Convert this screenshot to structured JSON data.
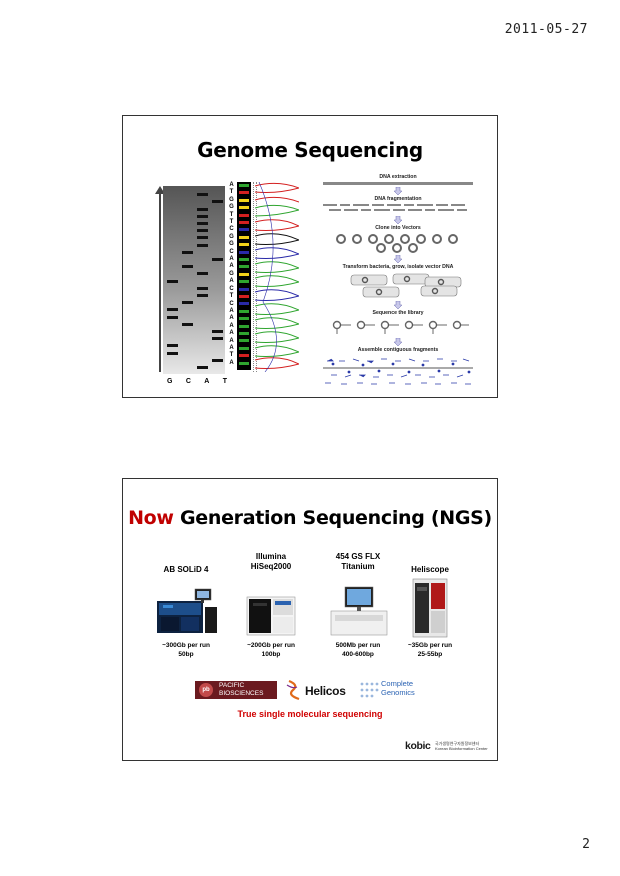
{
  "page": {
    "date": "2011-05-27",
    "number": "2"
  },
  "slide1": {
    "title": "Genome Sequencing",
    "gel_lanes": [
      "G",
      "C",
      "A",
      "T"
    ],
    "sequence": [
      "A",
      "T",
      "G",
      "G",
      "T",
      "T",
      "C",
      "G",
      "G",
      "C",
      "A",
      "A",
      "G",
      "A",
      "C",
      "T",
      "C",
      "A",
      "A",
      "A",
      "A",
      "A",
      "A",
      "T",
      "A"
    ],
    "workflow_steps": [
      "DNA extraction",
      "DNA fragmentation",
      "Clone into Vectors",
      "Transform bacteria, grow, isolate vector DNA",
      "Sequence the library",
      "Assemble contiguous fragments"
    ],
    "colors": {
      "A": "#2fa52f",
      "C": "#2a2aa8",
      "G": "#f2d21a",
      "T": "#d42020"
    }
  },
  "slide2": {
    "title_highlight": "Now",
    "title_rest": " Generation Sequencing (NGS)",
    "platforms": [
      {
        "name": "AB SOLiD 4",
        "spec_line1": "~300Gb per run",
        "spec_line2": "50bp"
      },
      {
        "name_line1": "Illumina",
        "name_line2": "HiSeq2000",
        "spec_line1": "~200Gb per run",
        "spec_line2": "100bp"
      },
      {
        "name_line1": "454 GS FLX",
        "name_line2": "Titanium",
        "spec_line1": "500Mb per run",
        "spec_line2": "400-600bp"
      },
      {
        "name": "Heliscope",
        "spec_line1": "~35Gb per run",
        "spec_line2": "25-55bp"
      }
    ],
    "logos": {
      "pacbio_line1": "PACIFIC",
      "pacbio_line2": "BIOSCIENCES",
      "pacbio_badge": "pb",
      "helicos": "Helicos",
      "complete_genomics_line1": "Complete",
      "complete_genomics_line2": "Genomics"
    },
    "tagline": "True single molecular sequencing",
    "footer_logo": "kobic",
    "footer_sub_line1": "국가생명연구자원정보센터",
    "footer_sub_line2": "Korean Bioinformation Center"
  }
}
